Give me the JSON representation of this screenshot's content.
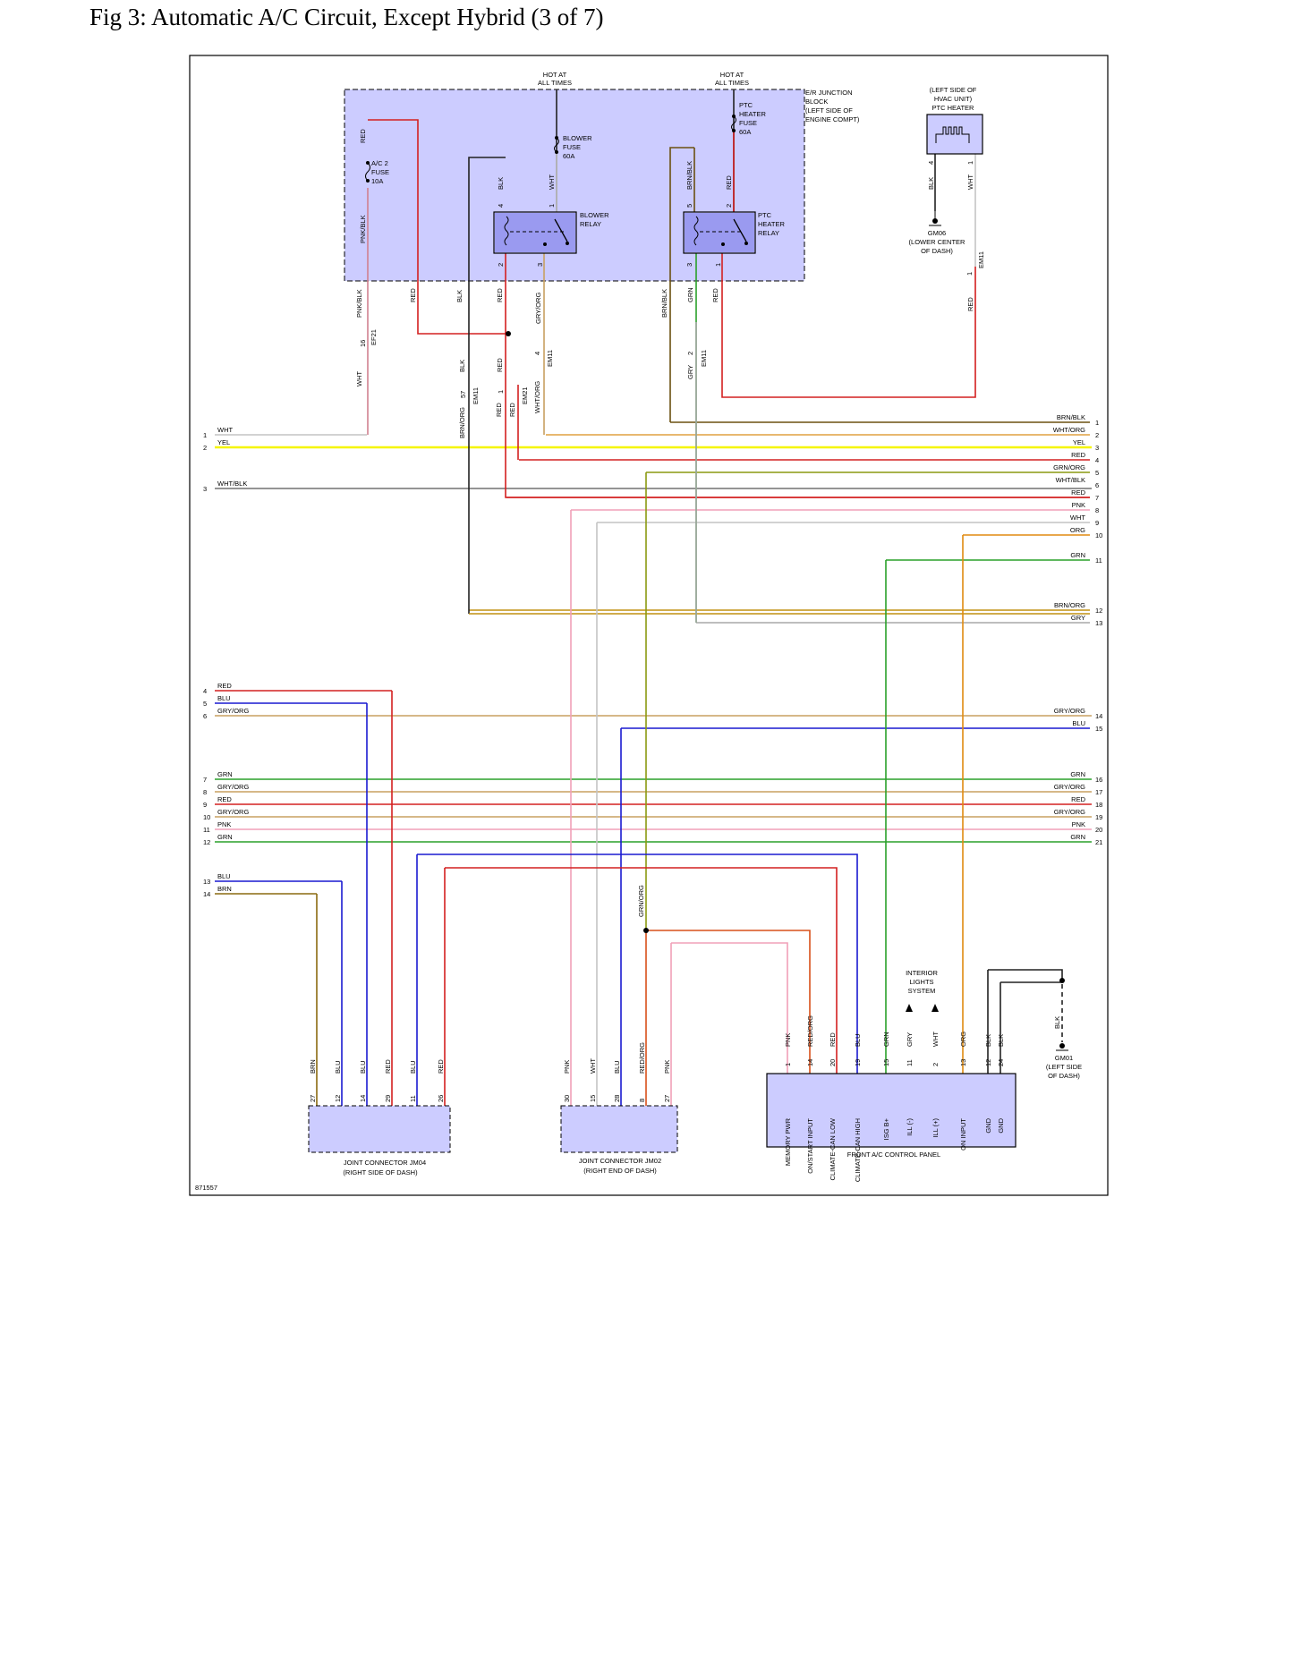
{
  "title": "Fig 3: Automatic A/C Circuit, Except Hybrid (3 of 7)",
  "figure_id": "871557",
  "colors": {
    "RED": "#d42020",
    "BLU": "#1a1ad0",
    "GRN": "#2aa02a",
    "YEL": "#f5f500",
    "WHT": "#c4c4c4",
    "BLK": "#222222",
    "BRN": "#8a6a10",
    "ORG": "#e08a10",
    "PNK": "#f0a0b8",
    "GRY": "#a8a8a8",
    "GRY/ORG": "#c8a060",
    "WHT/ORG": "#e0a040",
    "WHT/BLK": "#707070",
    "GRN/ORG": "#8a9a10",
    "BRN/BLK": "#6b5010",
    "BRN/ORG": "#c09010",
    "PNK/BLK": "#d08090",
    "RED/ORG": "#d8501a",
    "fill": "#ccccff"
  },
  "labels": {
    "hot1": [
      "HOT AT",
      "ALL TIMES"
    ],
    "hot2": [
      "HOT AT",
      "ALL TIMES"
    ],
    "er_block": [
      "E/R JUNCTION",
      "BLOCK",
      "(LEFT SIDE OF",
      "ENGINE COMPT)"
    ],
    "ptc_heater": [
      "(LEFT SIDE OF",
      "HVAC UNIT)",
      "PTC HEATER"
    ],
    "ac2_fuse": [
      "A/C 2",
      "FUSE",
      "10A"
    ],
    "blower_fuse": [
      "BLOWER",
      "FUSE",
      "60A"
    ],
    "ptc_fuse": [
      "PTC",
      "HEATER",
      "FUSE",
      "60A"
    ],
    "blower_relay": [
      "BLOWER",
      "RELAY"
    ],
    "ptc_relay": [
      "PTC",
      "HEATER",
      "RELAY"
    ],
    "gm06": [
      "GM06",
      "(LOWER CENTER",
      "OF DASH)"
    ],
    "gm01": [
      "GM01",
      "(LEFT SIDE",
      "OF DASH)"
    ],
    "jm04": [
      "JOINT CONNECTOR JM04",
      "(RIGHT SIDE OF DASH)"
    ],
    "jm02": [
      "JOINT CONNECTOR JM02",
      "(RIGHT END OF DASH)"
    ],
    "panel": "FRONT A/C CONTROL PANEL",
    "interior": [
      "INTERIOR",
      "LIGHTS",
      "SYSTEM"
    ]
  },
  "connectors": {
    "ef21": "EF21",
    "em11": "EM11",
    "em21": "EM21"
  },
  "left_wires": [
    {
      "n": "1",
      "c": "WHT"
    },
    {
      "n": "2",
      "c": "YEL"
    },
    {
      "n": "3",
      "c": "WHT/BLK"
    },
    {
      "n": "4",
      "c": "RED"
    },
    {
      "n": "5",
      "c": "BLU"
    },
    {
      "n": "6",
      "c": "GRY/ORG"
    },
    {
      "n": "7",
      "c": "GRN"
    },
    {
      "n": "8",
      "c": "GRY/ORG"
    },
    {
      "n": "9",
      "c": "RED"
    },
    {
      "n": "10",
      "c": "GRY/ORG"
    },
    {
      "n": "11",
      "c": "PNK"
    },
    {
      "n": "12",
      "c": "GRN"
    },
    {
      "n": "13",
      "c": "BLU"
    },
    {
      "n": "14",
      "c": "BRN"
    }
  ],
  "right_wires": [
    {
      "n": "1",
      "c": "BRN/BLK"
    },
    {
      "n": "2",
      "c": "WHT/ORG"
    },
    {
      "n": "3",
      "c": "YEL"
    },
    {
      "n": "4",
      "c": "RED"
    },
    {
      "n": "5",
      "c": "GRN/ORG"
    },
    {
      "n": "6",
      "c": "WHT/BLK"
    },
    {
      "n": "7",
      "c": "RED"
    },
    {
      "n": "8",
      "c": "PNK"
    },
    {
      "n": "9",
      "c": "WHT"
    },
    {
      "n": "10",
      "c": "ORG"
    },
    {
      "n": "11",
      "c": "GRN"
    },
    {
      "n": "12",
      "c": "BRN/ORG"
    },
    {
      "n": "13",
      "c": "GRY"
    },
    {
      "n": "14",
      "c": "GRY/ORG"
    },
    {
      "n": "15",
      "c": "BLU"
    },
    {
      "n": "16",
      "c": "GRN"
    },
    {
      "n": "17",
      "c": "GRY/ORG"
    },
    {
      "n": "18",
      "c": "RED"
    },
    {
      "n": "19",
      "c": "GRY/ORG"
    },
    {
      "n": "20",
      "c": "PNK"
    },
    {
      "n": "21",
      "c": "GRN"
    }
  ],
  "panel_pins": [
    {
      "pin": "1",
      "color": "PNK",
      "name": "MEMORY PWR"
    },
    {
      "pin": "14",
      "color": "RED/ORG",
      "name": "ON/START INPUT"
    },
    {
      "pin": "20",
      "color": "RED",
      "name": "CLIMATE-CAN LOW"
    },
    {
      "pin": "19",
      "color": "BLU",
      "name": "CLIMATE-CAN HIGH"
    },
    {
      "pin": "15",
      "color": "GRN",
      "name": "ISG B+"
    },
    {
      "pin": "11",
      "color": "GRY",
      "name": "ILL (-)"
    },
    {
      "pin": "2",
      "color": "WHT",
      "name": "ILL (+)"
    },
    {
      "pin": "13",
      "color": "ORG",
      "name": "ON INPUT"
    },
    {
      "pin": "12",
      "color": "BLK",
      "name": "GND"
    },
    {
      "pin": "24",
      "color": "BLK",
      "name": "GND"
    }
  ],
  "jm04_pins": [
    {
      "pin": "27",
      "color": "BRN"
    },
    {
      "pin": "12",
      "color": "BLU"
    },
    {
      "pin": "14",
      "color": "BLU"
    },
    {
      "pin": "29",
      "color": "RED"
    },
    {
      "pin": "11",
      "color": "BLU"
    },
    {
      "pin": "26",
      "color": "RED"
    }
  ],
  "jm02_pins": [
    {
      "pin": "30",
      "color": "PNK"
    },
    {
      "pin": "15",
      "color": "WHT"
    },
    {
      "pin": "28",
      "color": "BLU"
    },
    {
      "pin": "8",
      "color": "RED/ORG"
    },
    {
      "pin": "27",
      "color": "PNK"
    }
  ],
  "top_pins": {
    "br4": "4",
    "br1": "1",
    "br2": "2",
    "br3": "3",
    "pr5": "5",
    "pr2": "2",
    "pr3": "3",
    "pr1": "1",
    "ef21_16": "16",
    "em11_57": "57",
    "em21_1": "1",
    "em11_4": "4",
    "em11_2": "2",
    "ptc4": "4",
    "ptc1": "1",
    "em11_1": "1"
  },
  "wire_tags": {
    "red_ac": "RED",
    "pnkblk": "PNK/BLK",
    "blk_br": "BLK",
    "wht_br": "WHT",
    "brnblk_pr": "BRN/BLK",
    "red_pr": "RED",
    "pnkblk2": "PNK/BLK",
    "red2": "RED",
    "blk2": "BLK",
    "red3": "RED",
    "gryorg2": "GRY/ORG",
    "brnblk2": "BRN/BLK",
    "grn2": "GRN",
    "red4": "RED",
    "wht3": "WHT",
    "blk3": "BLK",
    "red5": "RED",
    "brnorg3": "BRN/ORG",
    "red6": "RED",
    "red7": "RED",
    "whtorg3": "WHT/ORG",
    "gry3": "GRY",
    "ptc_blk": "BLK",
    "ptc_wht": "WHT",
    "red_em11": "RED",
    "grnorg_v": "GRN/ORG",
    "blk_gm01": "BLK"
  }
}
